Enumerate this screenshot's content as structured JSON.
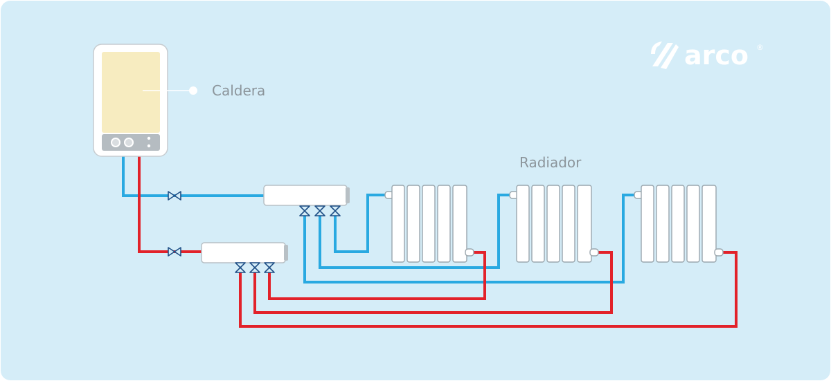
{
  "labels": {
    "boiler": "Caldera",
    "radiator": "Radiador"
  },
  "brand": {
    "name": "arco",
    "mark": "®"
  },
  "colors": {
    "background": "#d5edf8",
    "cold_pipe": "#29a9e1",
    "hot_pipe": "#e2222a",
    "boiler_screen": "#f7ecc0",
    "valve": "#1f4f86",
    "radiator_fill": "#ffffff",
    "radiator_stroke": "#9aa6ad"
  },
  "icons": [
    "valve-icon",
    "boiler-control-button-icon",
    "arco-logo-icon"
  ]
}
